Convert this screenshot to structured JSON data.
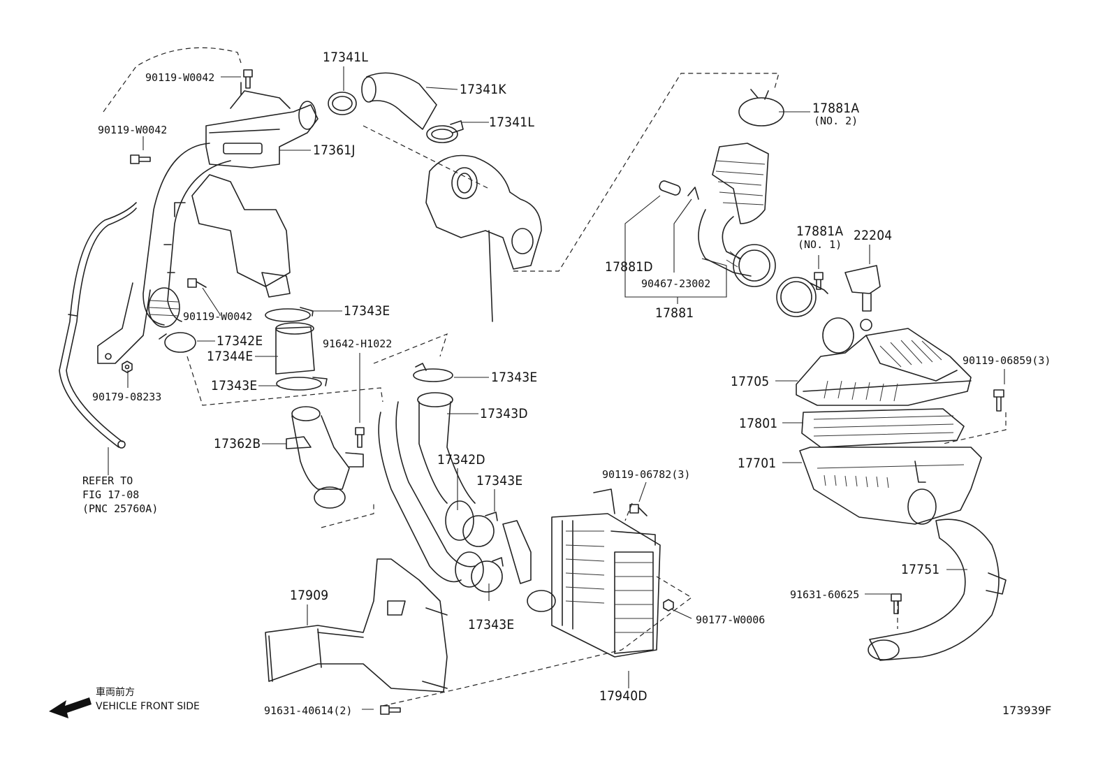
{
  "diagram": {
    "figure_code": "173939F",
    "direction_note": {
      "japanese": "車両前方",
      "english": "VEHICLE FRONT SIDE"
    },
    "refer_note": {
      "line1": "REFER TO",
      "line2": "FIG 17-08",
      "line3": "(PNC 25760A)"
    },
    "labels": {
      "p17341L_a": "17341L",
      "p17341K": "17341K",
      "p17341L_b": "17341L",
      "p17361J": "17361J",
      "p17343E_a": "17343E",
      "p17342E": "17342E",
      "p17344E": "17344E",
      "p17343E_b": "17343E",
      "p17343E_c": "17343E",
      "p17343D": "17343D",
      "p17362B": "17362B",
      "p17342D": "17342D",
      "p17343E_d": "17343E",
      "p17343E_e": "17343E",
      "p17909": "17909",
      "p17940D": "17940D",
      "p17881A_a": "17881A",
      "p17881A_b": "17881A",
      "p17881D": "17881D",
      "p17881": "17881",
      "p22204": "22204",
      "p17705": "17705",
      "p17801": "17801",
      "p17701": "17701",
      "p17751": "17751",
      "b90119W0042_a": "90119-W0042",
      "b90119W0042_b": "90119-W0042",
      "b90119W0042_c": "90119-W0042",
      "b90179_08233": "90179-08233",
      "b91642H1022": "91642-H1022",
      "b90119_06782": "90119-06782(3)",
      "b90177W0006": "90177-W0006",
      "b91631_40614": "91631-40614(2)",
      "b90467_23002": "90467-23002",
      "b90119_06859": "90119-06859(3)",
      "b91631_60625": "91631-60625",
      "no2": "(NO. 2)",
      "no1": "(NO. 1)"
    }
  }
}
